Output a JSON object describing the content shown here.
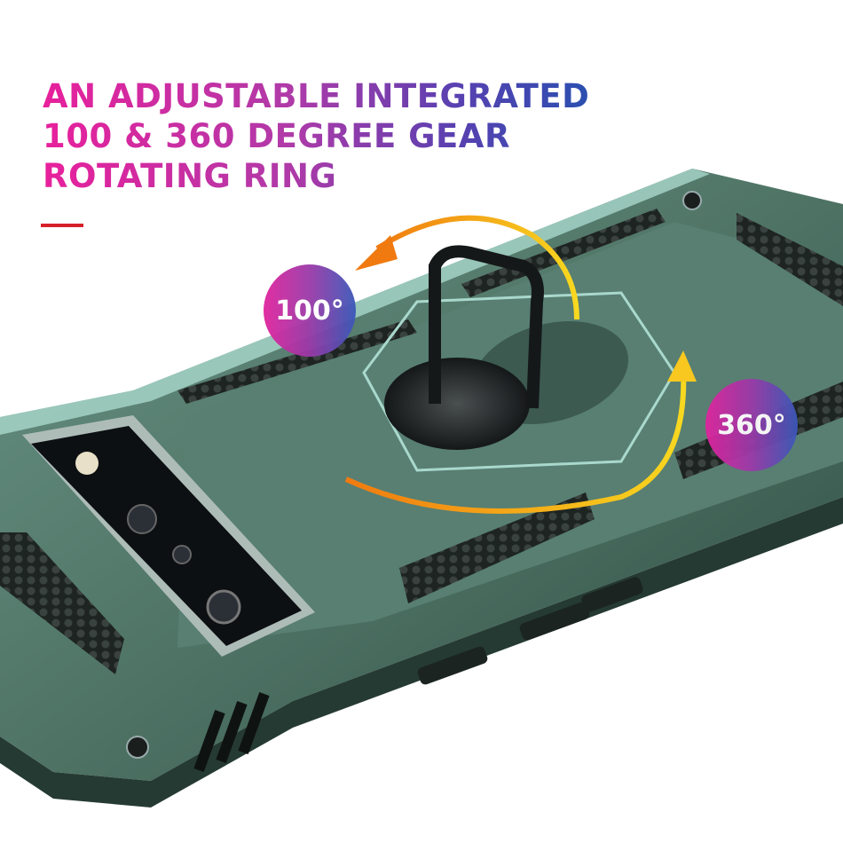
{
  "headline": {
    "line1": "AN ADJUSTABLE INTEGRATED",
    "line2": "100 & 360 DEGREE GEAR",
    "line3": "ROTATING RING"
  },
  "badges": {
    "left": "100°",
    "right": "360°"
  },
  "colors": {
    "case_green": "#4f7466",
    "case_highlight": "#a9d8cc",
    "gradient_pink": "#e8209c",
    "gradient_blue": "#2a4fb0",
    "arrow_orange": "#f5a020",
    "accent_red": "#d8202a"
  }
}
